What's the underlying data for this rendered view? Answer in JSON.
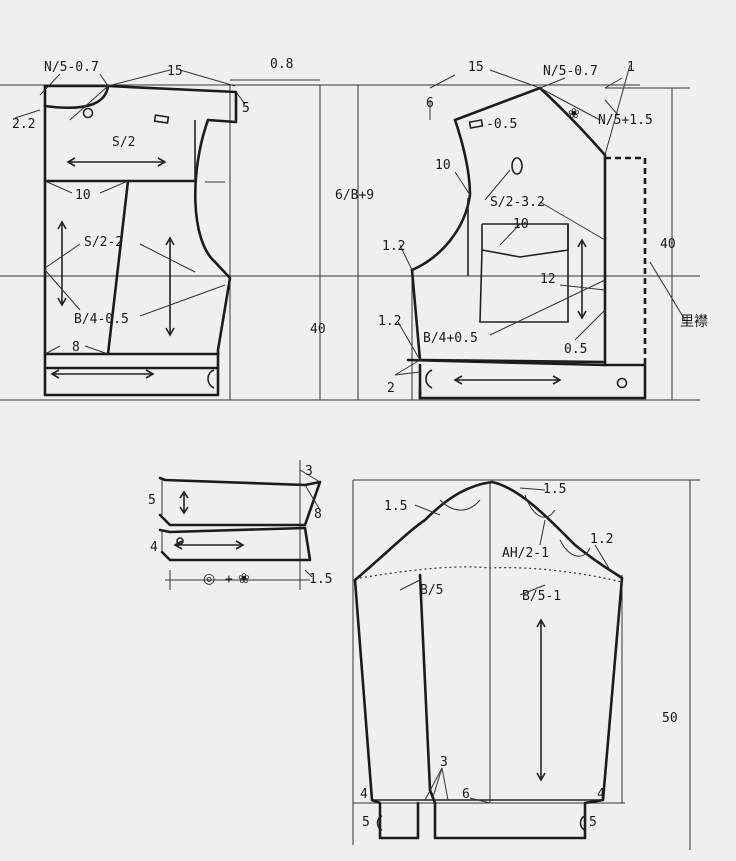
{
  "bodice_front": {
    "labels": {
      "neck_offset": "N/5-0.7",
      "shoulder_width": "15",
      "shoulder_drop": "5",
      "neck_left_drop": "2.2",
      "half_shoulder": "S/2",
      "yoke_10": "10",
      "s2_minus_2": "S/2-2",
      "b4_minus": "B/4-0.5",
      "hem_8": "8"
    }
  },
  "center": {
    "armhole_depth": "6/B+9",
    "top_08": "0.8",
    "side_40": "40"
  },
  "bodice_back": {
    "labels": {
      "shoulder_width": "15",
      "neck_offset": "N/5-0.7",
      "one": "1",
      "shoulder_6": "6",
      "neck_plus": "N/5+1.5",
      "minus_05": "-0.5",
      "armhole_10": "10",
      "s2_minus_32": "S/2-3.2",
      "pocket_10": "10",
      "armhole_12a": "1.2",
      "pocket_12": "12",
      "side_12b": "1.2",
      "b4_plus": "B/4+0.5",
      "small_05": "0.5",
      "two": "2",
      "length_40": "40",
      "inner_facing": "里襟"
    }
  },
  "collar": {
    "labels": {
      "three": "3",
      "five": "5",
      "eight": "8",
      "four": "4",
      "one_five": "1.5",
      "plus": "+"
    }
  },
  "sleeve": {
    "labels": {
      "left_15": "1.5",
      "right_15": "1.5",
      "ah": "AH/2-1",
      "right_12": "1.2",
      "b5": "B/5",
      "b5_minus": "B/5-1",
      "length_50": "50",
      "four_left": "4",
      "three": "3",
      "six": "6",
      "four_right": "4",
      "five_left": "5",
      "five_right": "5"
    }
  },
  "symbols": {
    "button": "◎",
    "flower": "❀"
  }
}
